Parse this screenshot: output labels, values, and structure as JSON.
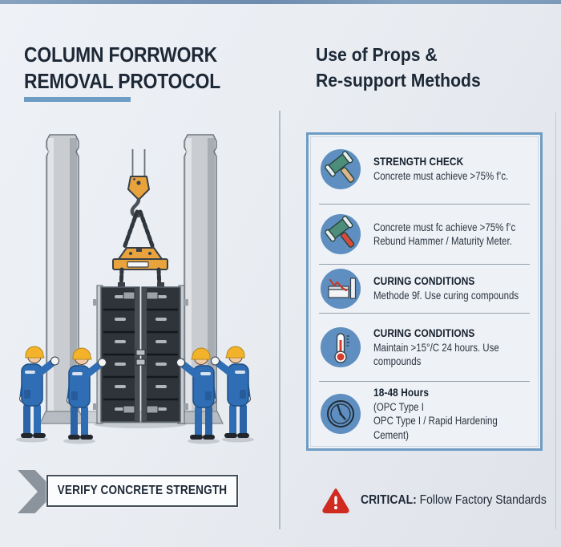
{
  "header": {
    "left_title_line1": "COLUMN FORRWORK",
    "left_title_line2": "REMOVAL PROTOCOL",
    "right_title_line1": "Use of Props &",
    "right_title_line2": "Re-support Methods"
  },
  "panel": {
    "items": [
      {
        "icon": "mallet-icon",
        "title": "STRENGTH CHECK",
        "lines": [
          "Concrete must achieve >75% f’c."
        ]
      },
      {
        "icon": "mallet-red-icon",
        "lines": [
          "Concrete must fc achieve >75% f’c",
          "Rebund Hammer / Maturity Meter."
        ]
      },
      {
        "icon": "maturity-meter-icon",
        "title": "CURING CONDITIONS",
        "lines": [
          "Methode 9f. Use curing compounds"
        ]
      },
      {
        "icon": "thermometer-icon",
        "title": "CURING CONDITIONS",
        "lines": [
          "Maintain >15°/C 24 hours. Use compounds"
        ]
      },
      {
        "icon": "clock-icon",
        "title": "18-48 Hours",
        "lines": [
          "(OPC Type I",
          "OPC Type I / Rapid Hardening Cement)"
        ]
      }
    ]
  },
  "footer": {
    "verify_label": "VERIFY CONCRETE STRENGTH",
    "critical_label": "CRITICAL:",
    "critical_text": "Follow Factory Standards"
  },
  "icons": {
    "left_step": "chevron-right-icon",
    "critical": "warning-triangle-icon"
  },
  "colors": {
    "accent_underline": "#6d9cc4",
    "panel_border": "#6e9cc3",
    "icon_circle_blue": "#5e8fc0",
    "critical_red": "#cf2b21",
    "crane_orange": "#e8a33c",
    "worker_suit_blue": "#2f6db4",
    "helmet_yellow": "#f2b32b",
    "title_ink": "#1d2836",
    "topbar_blue": "#7391b3"
  }
}
